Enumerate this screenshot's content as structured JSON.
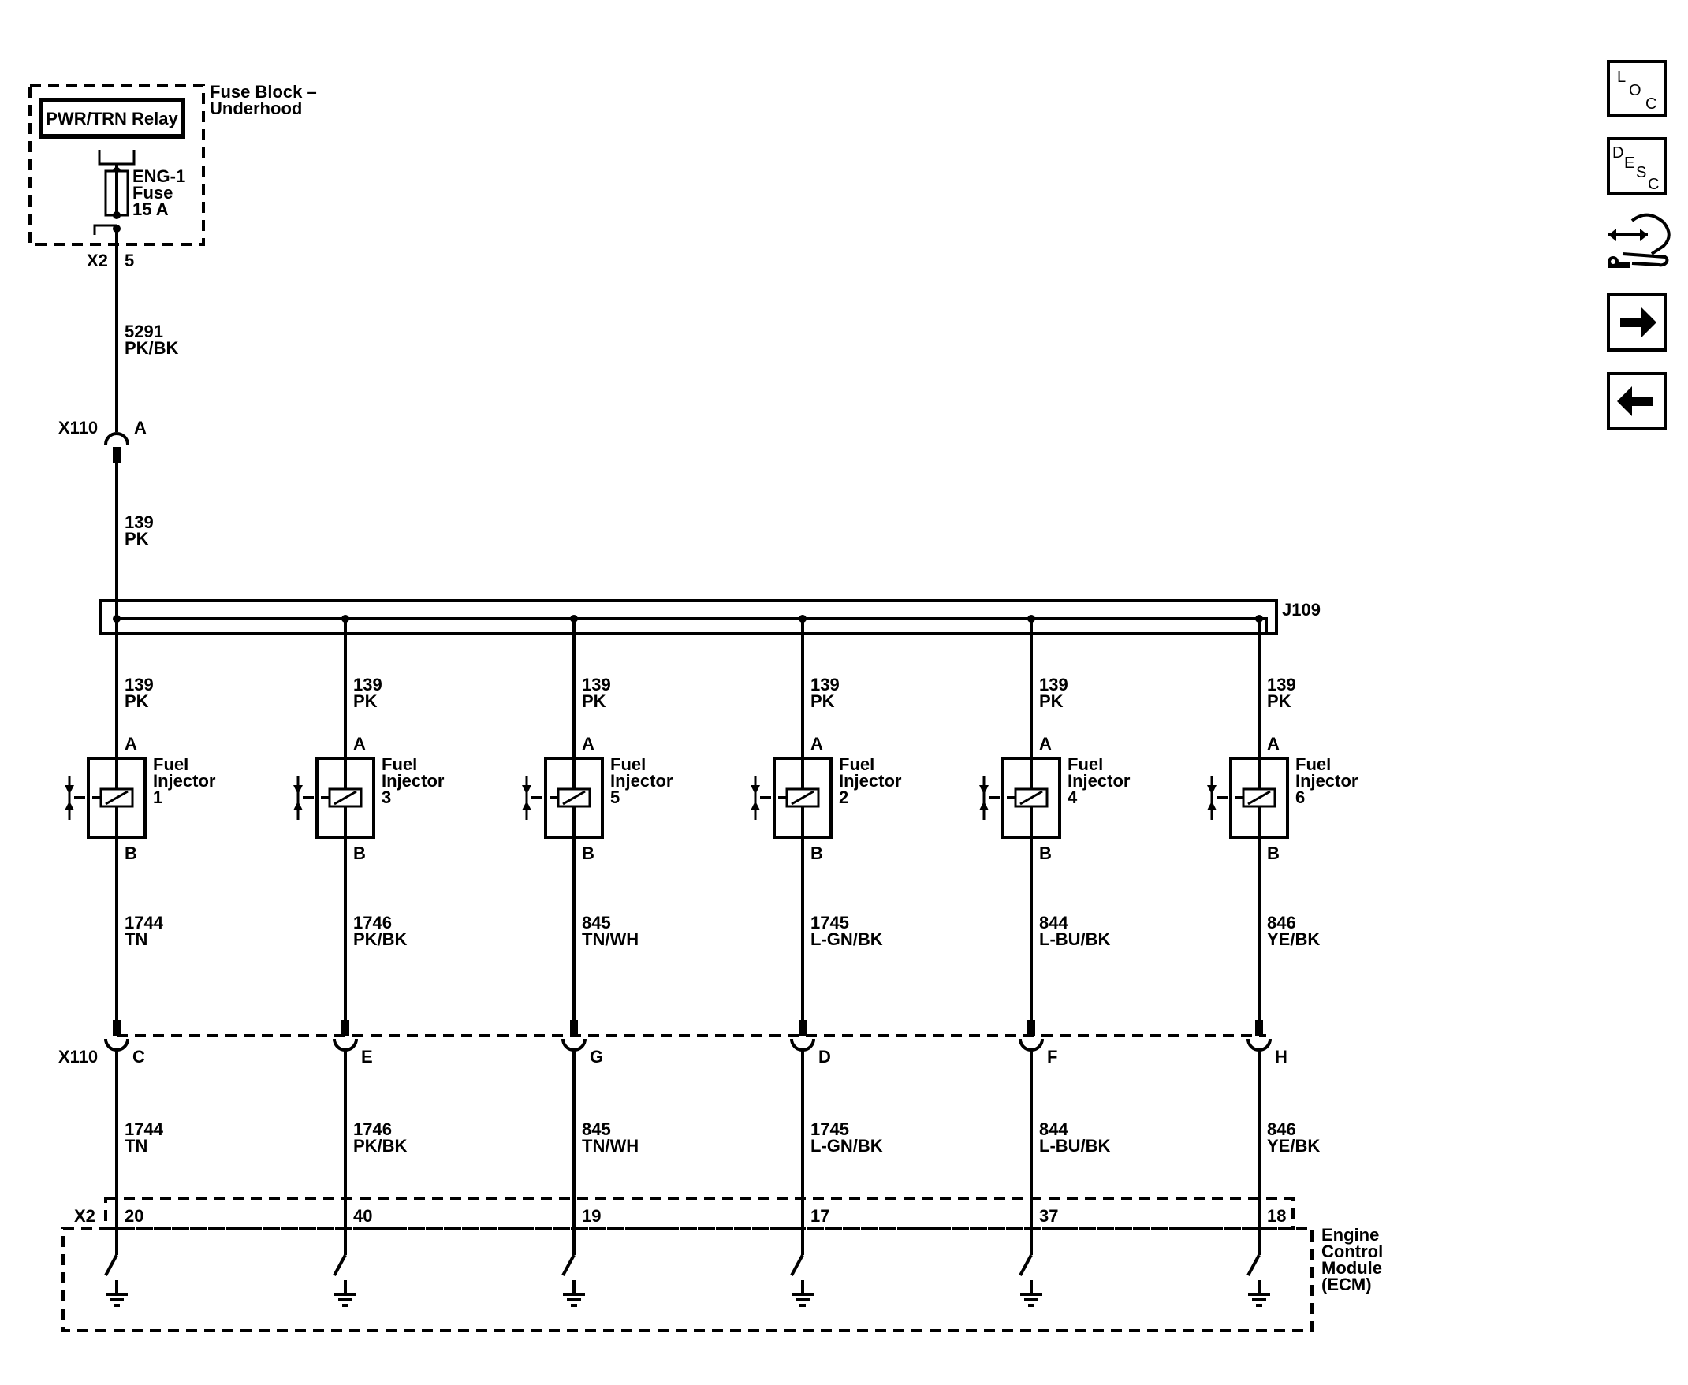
{
  "fuse_block": {
    "title_line1": "Fuse Block –",
    "title_line2": "Underhood",
    "relay_label": "PWR/TRN Relay",
    "fuse_line1": "ENG-1",
    "fuse_line2": "Fuse",
    "fuse_line3": "15 A"
  },
  "top_connector": {
    "name": "X2",
    "pin": "5"
  },
  "feed_wire": {
    "circuit": "5291",
    "color": "PK/BK"
  },
  "inline_connector_top": {
    "name": "X110",
    "pin": "A"
  },
  "feed_wire2": {
    "circuit": "139",
    "color": "PK"
  },
  "splice": {
    "name": "J109"
  },
  "injector_label_line1": "Fuel",
  "injector_label_line2": "Injector",
  "inline_connector_bottom": {
    "name": "X110"
  },
  "ecm_connector": {
    "name": "X2"
  },
  "ecm": {
    "line1": "Engine",
    "line2": "Control",
    "line3": "Module",
    "line4": "(ECM)"
  },
  "injectors": [
    {
      "number": "1",
      "pin_a": "A",
      "pin_b": "B",
      "supply_circuit": "139",
      "supply_color": "PK",
      "control_circuit": "1744",
      "control_color": "TN",
      "x110_pin": "C",
      "ecm_pin": "20"
    },
    {
      "number": "3",
      "pin_a": "A",
      "pin_b": "B",
      "supply_circuit": "139",
      "supply_color": "PK",
      "control_circuit": "1746",
      "control_color": "PK/BK",
      "x110_pin": "E",
      "ecm_pin": "40"
    },
    {
      "number": "5",
      "pin_a": "A",
      "pin_b": "B",
      "supply_circuit": "139",
      "supply_color": "PK",
      "control_circuit": "845",
      "control_color": "TN/WH",
      "x110_pin": "G",
      "ecm_pin": "19"
    },
    {
      "number": "2",
      "pin_a": "A",
      "pin_b": "B",
      "supply_circuit": "139",
      "supply_color": "PK",
      "control_circuit": "1745",
      "control_color": "L-GN/BK",
      "x110_pin": "D",
      "ecm_pin": "17"
    },
    {
      "number": "4",
      "pin_a": "A",
      "pin_b": "B",
      "supply_circuit": "139",
      "supply_color": "PK",
      "control_circuit": "844",
      "control_color": "L-BU/BK",
      "x110_pin": "F",
      "ecm_pin": "37"
    },
    {
      "number": "6",
      "pin_a": "A",
      "pin_b": "B",
      "supply_circuit": "139",
      "supply_color": "PK",
      "control_circuit": "846",
      "control_color": "YE/BK",
      "x110_pin": "H",
      "ecm_pin": "18"
    }
  ],
  "nav": {
    "loc_l": "L",
    "loc_o": "O",
    "loc_c": "C",
    "desc_d": "D",
    "desc_e": "E",
    "desc_s": "S",
    "desc_c": "C"
  }
}
